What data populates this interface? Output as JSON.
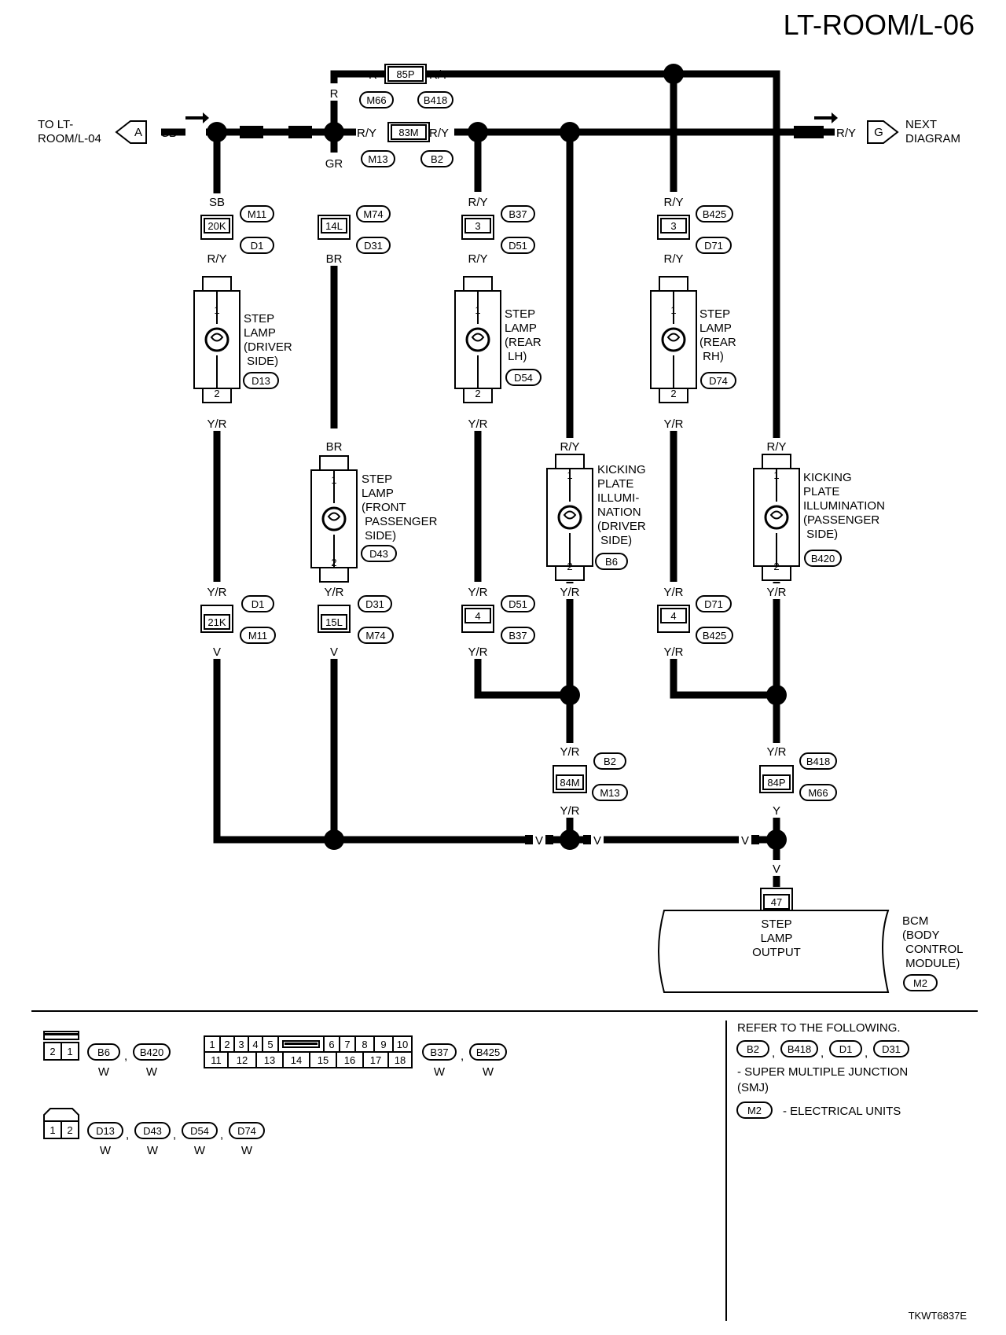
{
  "title": "LT-ROOM/L-06",
  "figure_id": "TKWT6837E",
  "offpage": {
    "left": {
      "letter": "A",
      "text_lines": [
        "TO LT-",
        "ROOM/L-04"
      ],
      "wire": "SB"
    },
    "right": {
      "letter": "G",
      "text_lines": [
        "NEXT",
        "DIAGRAM"
      ],
      "wire": "R/Y"
    }
  },
  "wires": {
    "w_sb_top": "SB",
    "w_gr_1": "GR",
    "w_gr_2": "GR",
    "w_gr_down": "GR",
    "w_r_top": "R",
    "w_r_vert": "R",
    "w_ry_top": "R/Y",
    "w_ry_83m_l": "R/Y",
    "w_ry_83m_r": "R/Y",
    "w_ry_1": "R/Y",
    "w_ry_2": "R/Y",
    "w_ry_3": "R/Y",
    "w_ry_4": "R/Y",
    "w_br_1": "BR",
    "w_br_2": "BR",
    "w_ry_kp1": "R/Y",
    "w_ry_kp2": "R/Y",
    "w_yr_1": "Y/R",
    "w_yr_2": "Y/R",
    "w_yr_3": "Y/R",
    "w_yr_4": "Y/R",
    "w_yr_5": "Y/R",
    "w_yr_6": "Y/R",
    "w_yr_7": "Y/R",
    "w_yr_8": "Y/R",
    "w_yr_9": "Y/R",
    "w_yr_10": "Y/R",
    "w_yr_11": "Y/R",
    "w_yr_12": "Y/R",
    "w_yr_13": "Y/R",
    "w_v_1": "V",
    "w_v_2": "V",
    "w_v_3": "V",
    "w_v_4": "V",
    "w_v_5": "V",
    "w_v_6": "V",
    "w_y_1": "Y"
  },
  "connectors": {
    "c85p": "85P",
    "c83m": "83M",
    "c20k": "20K",
    "c14l": "14L",
    "c3a": "3",
    "c3b": "3",
    "c21k": "21K",
    "c15l": "15L",
    "c4a": "4",
    "c4b": "4",
    "c84m": "84M",
    "c84p": "84P",
    "c47": "47"
  },
  "refs": {
    "r_m66a": "M66",
    "r_b418a": "B418",
    "r_m13a": "M13",
    "r_b2a": "B2",
    "r_m11a": "M11",
    "r_d1a": "D1",
    "r_m74a": "M74",
    "r_d31a": "D31",
    "r_b37a": "B37",
    "r_d51a": "D51",
    "r_b425a": "B425",
    "r_d71a": "D71",
    "r_d13": "D13",
    "r_d43": "D43",
    "r_d54": "D54",
    "r_d74": "D74",
    "r_b6": "B6",
    "r_b420": "B420",
    "r_d1b": "D1",
    "r_m11b": "M11",
    "r_d31b": "D31",
    "r_m74b": "M74",
    "r_d51b": "D51",
    "r_b37b": "B37",
    "r_d71b": "D71",
    "r_b425b": "B425",
    "r_b2b": "B2",
    "r_m13b": "M13",
    "r_b418b": "B418",
    "r_m66b": "M66",
    "r_m2": "M2"
  },
  "lamps": [
    {
      "pin_top": "1",
      "pin_bot": "2",
      "label_lines": [
        "STEP",
        "LAMP",
        "(DRIVER",
        " SIDE)"
      ]
    },
    {
      "pin_top": "1",
      "pin_bot": "2",
      "label_lines": [
        "STEP",
        "LAMP",
        "(FRONT",
        " PASSENGER",
        " SIDE)"
      ]
    },
    {
      "pin_top": "1",
      "pin_bot": "2",
      "label_lines": [
        "STEP",
        "LAMP",
        "(REAR",
        " LH)"
      ]
    },
    {
      "pin_top": "1",
      "pin_bot": "2",
      "label_lines": [
        "STEP",
        "LAMP",
        "(REAR",
        " RH)"
      ]
    },
    {
      "pin_top": "1",
      "pin_bot": "2",
      "label_lines": [
        "KICKING",
        "PLATE",
        "ILLUMI-",
        "NATION",
        "(DRIVER",
        " SIDE)"
      ]
    },
    {
      "pin_top": "1",
      "pin_bot": "2",
      "label_lines": [
        "KICKING",
        "PLATE",
        "ILLUMINATION",
        "(PASSENGER",
        " SIDE)"
      ]
    }
  ],
  "bcm": {
    "terminal_lines": [
      "STEP",
      "LAMP",
      "OUTPUT"
    ],
    "name_lines": [
      "BCM",
      "(BODY",
      " CONTROL",
      " MODULE)"
    ]
  },
  "legend": {
    "conn2_pins": [
      "2",
      "1"
    ],
    "conn2_refs": [
      "B6",
      "B420"
    ],
    "conn18_top": [
      "1",
      "2",
      "3",
      "4",
      "5",
      "6",
      "7",
      "8",
      "9",
      "10"
    ],
    "conn18_bot": [
      "11",
      "12",
      "13",
      "14",
      "15",
      "16",
      "17",
      "18"
    ],
    "conn18_refs": [
      "B37",
      "B425"
    ],
    "conn2b_pins": [
      "1",
      "2"
    ],
    "conn2b_refs": [
      "D13",
      "D43",
      "D54",
      "D74"
    ],
    "color": "W",
    "comma": ","
  },
  "refer": {
    "heading": "REFER TO THE FOLLOWING.",
    "smj_refs": [
      "B2",
      "B418",
      "D1",
      "D31"
    ],
    "smj_text_lines": [
      "- SUPER MULTIPLE JUNCTION",
      "(SMJ)"
    ],
    "eu_ref": "M2",
    "eu_text": "- ELECTRICAL UNITS"
  }
}
